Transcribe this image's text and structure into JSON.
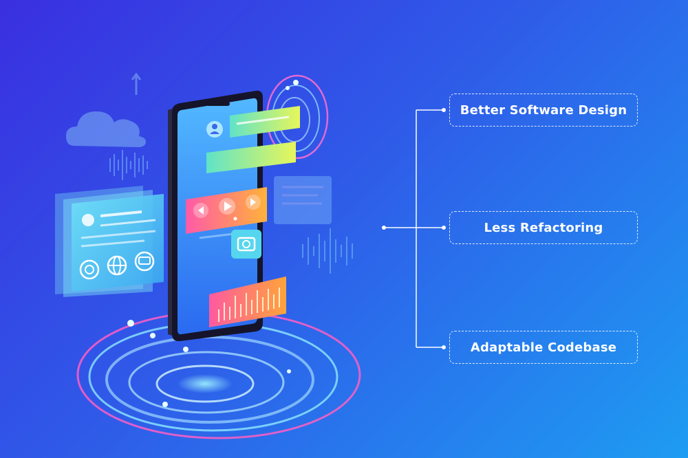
{
  "benefits": [
    {
      "label": "Better Software Design"
    },
    {
      "label": "Less Refactoring"
    },
    {
      "label": "Adaptable Codebase"
    }
  ],
  "colors": {
    "background_start": "#3a2fe0",
    "background_end": "#1e9cf2",
    "accent_cyan": "#35e6ff",
    "accent_pink": "#ff4fa3",
    "accent_lime": "#d9f35a"
  },
  "icons": [
    "cloud-icon",
    "user-icon",
    "play-icon",
    "camera-icon",
    "target-icon",
    "globe-icon",
    "chat-icon"
  ]
}
